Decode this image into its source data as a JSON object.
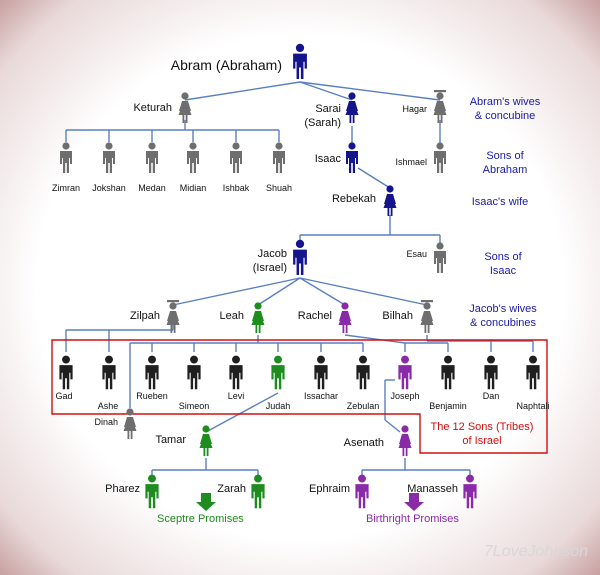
{
  "colors": {
    "dark": "#2b2b2b",
    "gray": "#6e6e6e",
    "navy": "#14148c",
    "green": "#1e8c1e",
    "purple": "#8a2aa8",
    "line": "#5a7fc0",
    "red": "#d01010"
  },
  "people": {
    "abram": "Abram (Abraham)",
    "keturah": "Keturah",
    "sarai_1": "Sarai",
    "sarai_2": "(Sarah)",
    "hagar": "Hagar",
    "zimran": "Zimran",
    "jokshan": "Jokshan",
    "medan": "Medan",
    "midian": "Midian",
    "ishbak": "Ishbak",
    "shuah": "Shuah",
    "isaac": "Isaac",
    "ishmael": "Ishmael",
    "rebekah": "Rebekah",
    "jacob_1": "Jacob",
    "jacob_2": "(Israel)",
    "esau": "Esau",
    "zilpah": "Zilpah",
    "leah": "Leah",
    "rachel": "Rachel",
    "bilhah": "Bilhah",
    "gad": "Gad",
    "ashe": "Ashe",
    "rueben": "Rueben",
    "simeon": "Simeon",
    "levi": "Levi",
    "judah": "Judah",
    "issachar": "Issachar",
    "zebulan": "Zebulan",
    "joseph": "Joseph",
    "benjamin": "Benjamin",
    "dan": "Dan",
    "naphtali": "Naphtali",
    "dinah": "Dinah",
    "tamar": "Tamar",
    "asenath": "Asenath",
    "pharez": "Pharez",
    "zarah": "Zarah",
    "ephraim": "Ephraim",
    "manasseh": "Manasseh"
  },
  "annotations": {
    "wives_1": "Abram's wives",
    "wives_2": "& concubine",
    "sons_ab_1": "Sons of",
    "sons_ab_2": "Abraham",
    "isaac_wife": "Isaac's wife",
    "sons_is_1": "Sons of",
    "sons_is_2": "Isaac",
    "jacob_wives_1": "Jacob's wives",
    "jacob_wives_2": "& concubines",
    "tribes_1": "The 12 Sons (Tribes)",
    "tribes_2": "of Israel",
    "sceptre": "Sceptre Promises",
    "birthright": "Birthright Promises"
  },
  "watermark": "7LoveJohnson"
}
